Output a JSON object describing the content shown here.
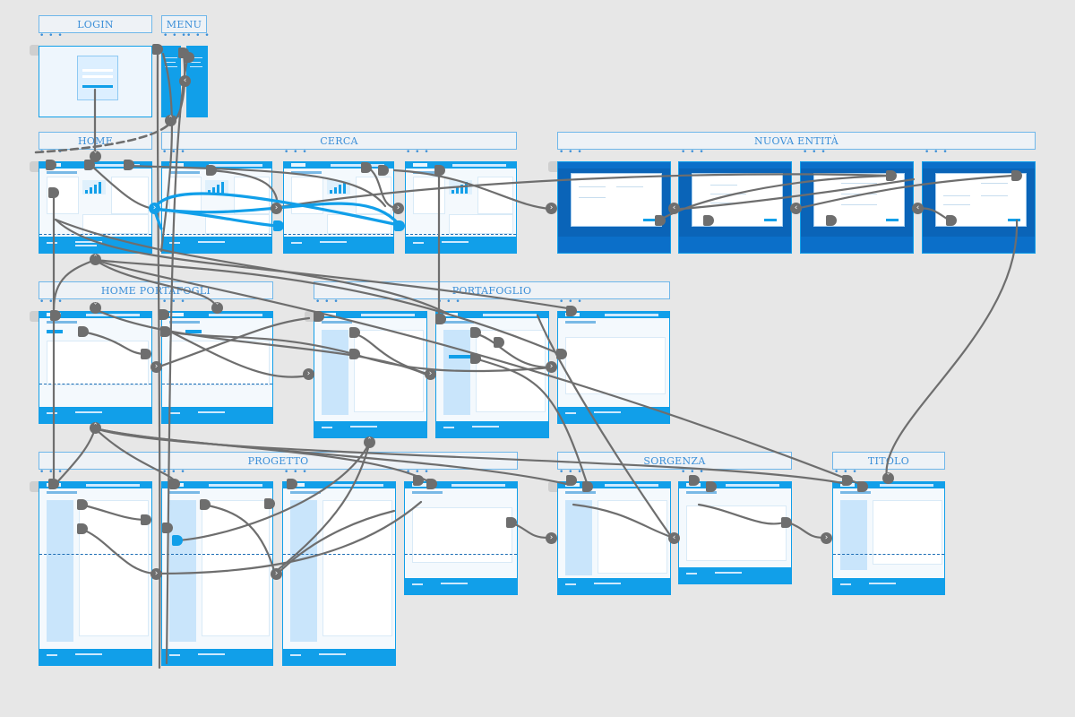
{
  "sections": {
    "login": "LOGIN",
    "menu": "MENU",
    "home": "HOME",
    "cerca": "CERCA",
    "nuova_entita": "NUOVA ENTITÀ",
    "home_portafogli": "HOME PORTAFOGLI",
    "portafoglio": "PORTAFOGLIO",
    "progetto": "PROGETTO",
    "sorgenza": "SORGENZA",
    "titolo": "TITOLO"
  },
  "icons": {
    "link_hub": "chevron-down-icon",
    "nav_right": "chevron-right-icon",
    "nav_left": "chevron-left-icon",
    "nav_up": "chevron-up-icon"
  },
  "colors": {
    "accent": "#119fe9",
    "connector": "#6e6e6e",
    "active_connector": "#119fe9",
    "canvas": "#e7e7e7"
  }
}
